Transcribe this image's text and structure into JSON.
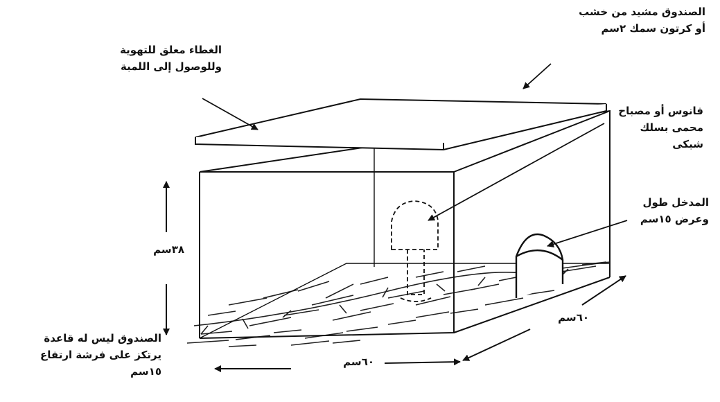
{
  "labels": {
    "box_material": {
      "line1": "الصندوق مشيد من خشب",
      "line2": "أو كرتون سمك ٢سم"
    },
    "lid": {
      "line1": "الغطاء معلق للتهوية",
      "line2": "وللوصول إلى اللمبة"
    },
    "lamp": {
      "line1": "فانوس أو مصباح",
      "line2": "محمى بسلك",
      "line3": "شبكى"
    },
    "entrance": {
      "line1": "المدخل طول",
      "line2": "وعرض ١٥سم"
    },
    "height": "٣٨سم",
    "depth": "٦٠سم",
    "width": "٦٠سم",
    "base": {
      "line1": "الصندوق ليس له قاعدة",
      "line2": "يرتكز على فرشة ارتفاع",
      "line3": "١٥سم"
    }
  },
  "colors": {
    "ink": "#111111",
    "background": "#ffffff"
  }
}
